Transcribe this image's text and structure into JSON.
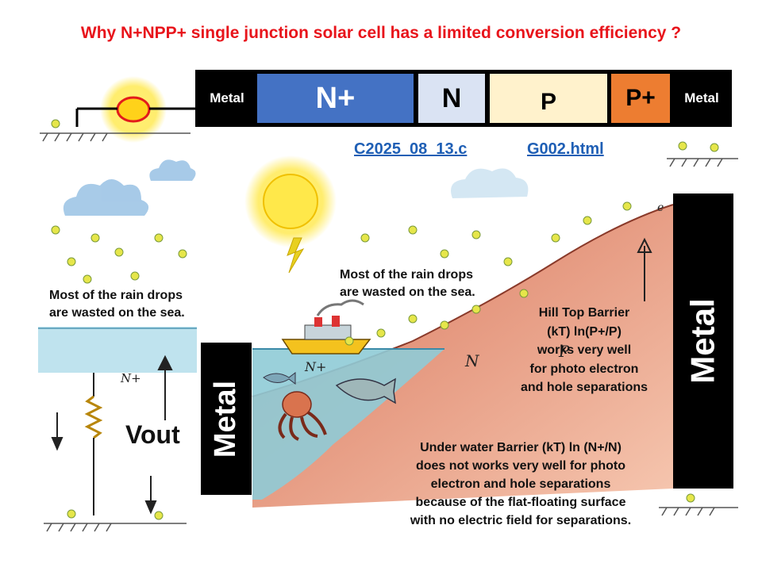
{
  "title": "Why N+NPP+ single junction solar cell has a limited conversion efficiency ?",
  "junction_bar": {
    "metal_left": "Metal",
    "n_plus": "N+",
    "n": "N",
    "p": "P",
    "p_plus": "P+",
    "metal_right": "Metal"
  },
  "links": {
    "link1": "C2025_08_13.c",
    "link2": "G002.html"
  },
  "notes": {
    "rain_left": [
      "Most of the rain drops",
      "are wasted on the sea."
    ],
    "rain_mid": [
      "Most of the rain drops",
      "are wasted on the sea."
    ],
    "hill_top": [
      "Hill Top Barrier",
      "(kT) ln(P+/P)",
      "works very well",
      "for photo electron",
      "and hole separations"
    ],
    "under_water": [
      "Under water Barrier (kT) ln (N+/N)",
      "does not works very well  for photo",
      "electron and hole separations",
      "because of the flat-floating surface",
      "with no electric field for separations."
    ]
  },
  "vout": "Vout",
  "metal_mid": "Metal",
  "metal_right": "Metal",
  "scene_labels": {
    "n_plus": "N+",
    "n": "N",
    "p": "P",
    "e": "e"
  },
  "colors": {
    "title": "#e8141b",
    "n_plus": "#4472c4",
    "n": "#dae3f3",
    "p": "#fff2cc",
    "p_plus": "#ed7d31",
    "link": "#1f5fb5",
    "sea": "#8fcbd6",
    "hill": "#f0b090",
    "sun": "#ffe84a"
  }
}
